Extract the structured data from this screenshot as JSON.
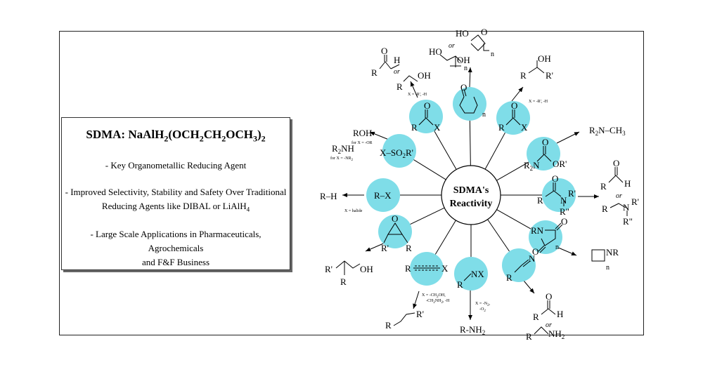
{
  "title": {
    "prefix": "SDMA: NaAlH",
    "s1": "2",
    "m1": "(OCH",
    "s2": "2",
    "m2": "CH",
    "s3": "2",
    "m3": "OCH",
    "s4": "3",
    "m4": ")",
    "s5": "2"
  },
  "bullets": {
    "b1": "- Key Organometallic Reducing Agent",
    "b2_line1": "- Improved Selectivity, Stability and Safety Over Traditional",
    "b2_line2": "Reducing Agents like DIBAL or LiAlH",
    "b2_sub": "4",
    "b3_line1": "- Large Scale Applications in Pharmaceuticals, Agrochemicals",
    "b3_line2": "and F&F Business"
  },
  "center": {
    "line1": "SDMA's",
    "line2": "Reactivity"
  },
  "colors": {
    "substrate_fill": "#7fdde8",
    "hub_stroke": "#000000"
  },
  "labels": {
    "ketone_cond": "X = -R', -H",
    "ester_cond": "X = -R', -H",
    "ester_or": "or",
    "aldehyde_h": "H",
    "R": "R",
    "R1": "R'",
    "R2": "R\"",
    "O": "O",
    "N": "N",
    "X": "X",
    "OH": "OH",
    "HO": "HO",
    "n": "n",
    "or": "or",
    "lactone_or": "or",
    "sulfonyl": "X–SO",
    "sulfonyl_sub": "2",
    "sulfonyl_r": "R'",
    "rOH": "ROH",
    "forOR": "for X = -OR",
    "r2NH": "R",
    "r2NH_sub": "2",
    "r2NH_tail": "NH",
    "forNR2": "for X = -NR",
    "forNR2_sub": "2",
    "halide_sub": "R–X",
    "halide_prod": "R–H",
    "halide_cond": "X = halide",
    "carbamate_R2": "R",
    "carbamate_sub": "2",
    "carbamate_N": "N",
    "carbamate_OR": "OR'",
    "methylamine": "R",
    "methylamine_sub": "2",
    "methylamine_tail": "N–CH",
    "methylamine_sub2": "3",
    "imide_RN": "RN",
    "azetidine_NR": "NR",
    "alkyne_cond1": "X = -CH",
    "alkyne_cond1_sub": "2",
    "alkyne_cond1_tail": "OH,",
    "alkyne_cond2": "-CH",
    "alkyne_cond2_sub": "2",
    "alkyne_cond2_tail": "NH",
    "alkyne_cond2_sub2": "2",
    "alkyne_cond2_end": ", -H",
    "azide_NX": "NX",
    "azide_cond1": "X = -N",
    "azide_cond1_sub": "2",
    "azide_cond1_tail": ",",
    "azide_cond2": "-O",
    "azide_cond2_sub": "2",
    "amine_prod": "R-NH",
    "amine_prod_sub": "2",
    "nitrile_amine": "NH",
    "nitrile_amine_sub": "2"
  }
}
